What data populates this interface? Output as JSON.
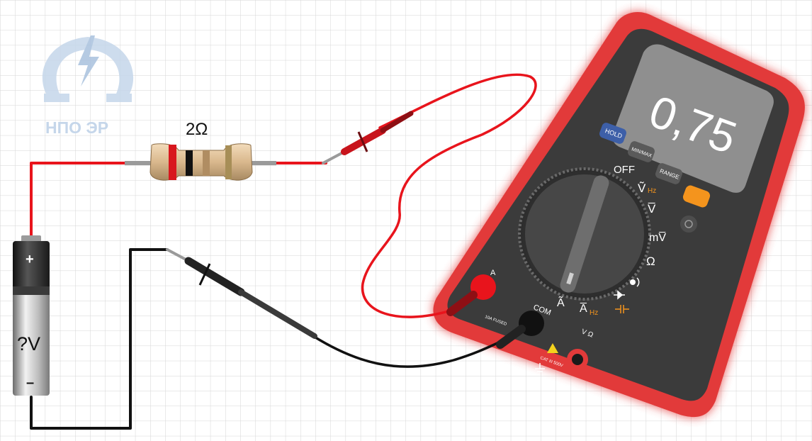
{
  "logo": {
    "text": "НПО ЭР"
  },
  "resistor": {
    "label": "2Ω"
  },
  "battery": {
    "plus": "+",
    "minus": "–",
    "label": "?V"
  },
  "multimeter": {
    "display": "0,75",
    "buttons": {
      "hold": "HOLD",
      "minmax": "MIN/MAX",
      "range": "RANGE"
    },
    "dial": {
      "off": "OFF",
      "v_ac": "Ṽ",
      "hz": "Hz",
      "v_dc": "V̅",
      "mv": "mV̅",
      "ohm": "Ω",
      "a_ac": "Ã",
      "a_dc": "A̅",
      "a_hz": "Hz"
    },
    "jacks": {
      "a": "A",
      "fused": "10A FUSED",
      "com": "COM",
      "cat": "CAT III 500V",
      "vohm": "V Ω"
    }
  },
  "colors": {
    "grid": "#d6d6d6",
    "wire_red": "#e8141c",
    "wire_black": "#111111",
    "meter_red": "#e23a3a",
    "meter_body": "#3b3b3b",
    "lcd": "#8f8f8f",
    "hold": "#3d5fa8",
    "orange_btn": "#f4941d",
    "logo": "#c5d6ea"
  }
}
